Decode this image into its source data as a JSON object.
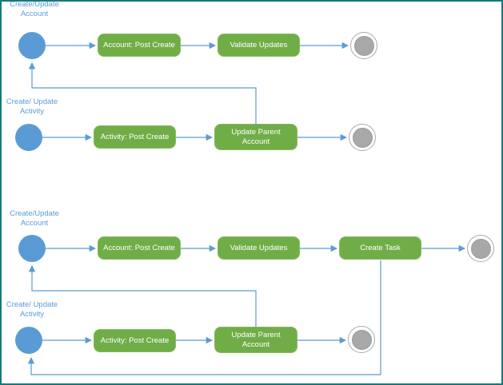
{
  "colors": {
    "frame_teal": "#17787b",
    "task_green": "#71ad47",
    "start_blue": "#5b9bd5",
    "connector_blue": "#5b9bd5",
    "end_gray": "#a8a8a8",
    "label_blue": "#5b9bd5"
  },
  "flow1": {
    "account_trigger": "Create/Update\nAccount",
    "activity_trigger": "Create/ Update\nActivity",
    "account_post_create": "Account: Post Create",
    "validate_updates": "Validate Updates",
    "activity_post_create": "Activity: Post Create",
    "update_parent_account": "Update Parent\nAccount"
  },
  "flow2": {
    "account_trigger": "Create/Update\nAccount",
    "activity_trigger": "Create/ Update\nActivity",
    "account_post_create": "Account: Post Create",
    "validate_updates": "Validate Updates",
    "create_task": "Create Task",
    "activity_post_create": "Activity: Post Create",
    "update_parent_account": "Update Parent\nAccount"
  }
}
